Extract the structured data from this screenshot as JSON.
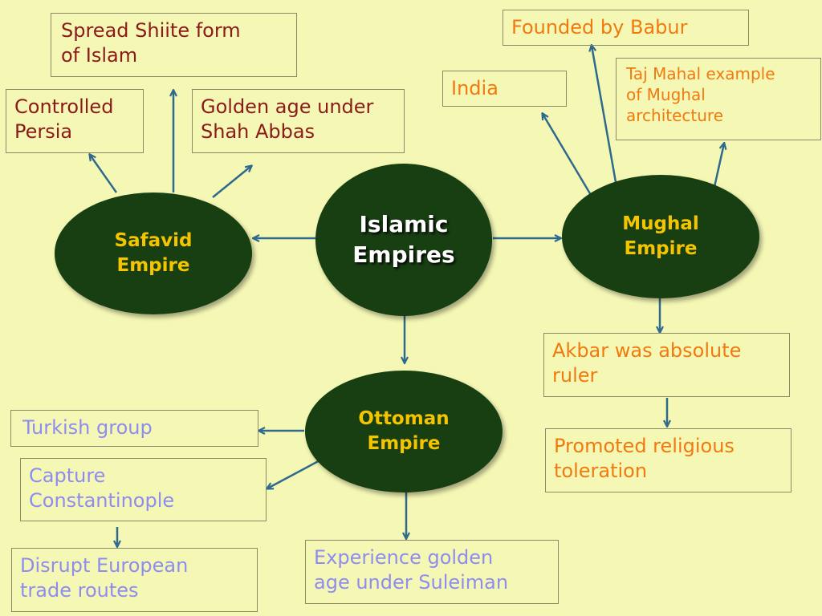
{
  "colors": {
    "background": "#F5F8B5",
    "ellipse_fill": "#173F12",
    "arrow": "#2E6A8E",
    "safavid_text": "#8B1A1A",
    "mughal_text": "#F07A10",
    "ottoman_text": "#8E8CF0",
    "center_text": "#FFFFFF",
    "empire_label": "#F5C400"
  },
  "center": {
    "label": "Islamic\nEmpires"
  },
  "safavid": {
    "label": "Safavid\nEmpire",
    "facts": {
      "spread": "Spread Shiite form\nof Islam",
      "controlled": "Controlled\nPersia",
      "golden": "Golden age under\nShah Abbas"
    }
  },
  "mughal": {
    "label": "Mughal\nEmpire",
    "facts": {
      "india": "India",
      "babur": "Founded by Babur",
      "taj": "Taj Mahal example\nof Mughal\narchitecture",
      "akbar": "Akbar was absolute\nruler",
      "toleration": "Promoted religious\ntoleration"
    }
  },
  "ottoman": {
    "label": "Ottoman\nEmpire",
    "facts": {
      "turkish": "Turkish group",
      "capture": "Capture\nConstantinople",
      "disrupt": "Disrupt European\ntrade routes",
      "suleiman": "Experience golden\nage under Suleiman"
    }
  }
}
